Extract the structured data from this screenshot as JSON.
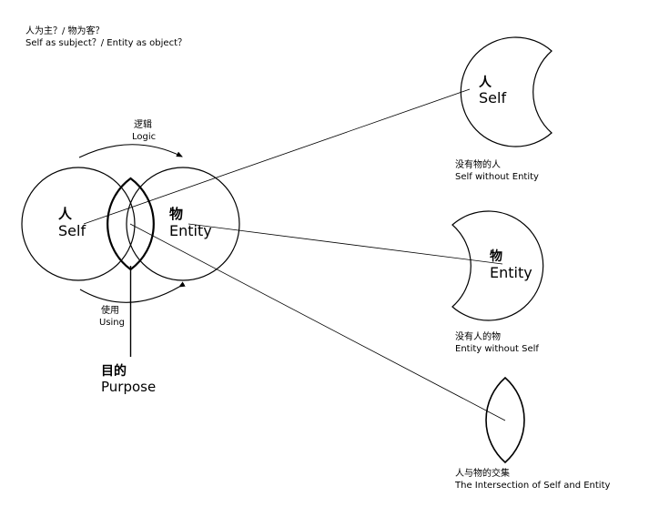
{
  "header": {
    "line1": "人为主？/ 物为客？",
    "line2": "Self as subject？/ Entity as object？"
  },
  "venn": {
    "self_cn": "人",
    "self_en": "Self",
    "entity_cn": "物",
    "entity_en": "Entity",
    "logic_cn": "逻辑",
    "logic_en": "Logic",
    "using_cn": "使用",
    "using_en": "Using",
    "purpose_cn": "目的",
    "purpose_en": "Purpose"
  },
  "panels": {
    "self_only": {
      "shape_cn": "人",
      "shape_en": "Self",
      "caption_cn": "没有物的人",
      "caption_en": "Self without Entity"
    },
    "entity_only": {
      "shape_cn": "物",
      "shape_en": "Entity",
      "caption_cn": "没有人的物",
      "caption_en": "Entity without Self"
    },
    "intersection": {
      "caption_cn": "人与物的交集",
      "caption_en": "The Intersection of Self and Entity"
    }
  },
  "colors": {
    "stroke": "#000000",
    "background": "#ffffff"
  }
}
